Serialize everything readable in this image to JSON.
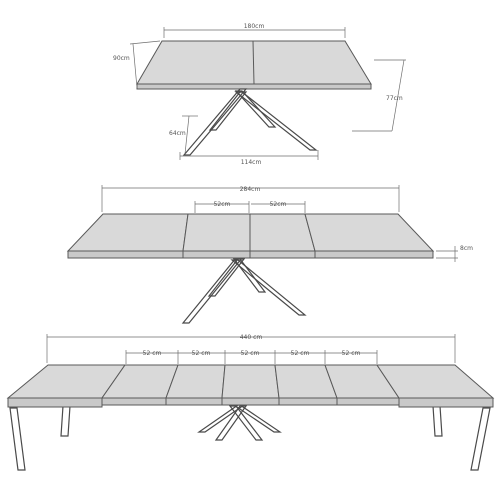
{
  "palette": {
    "top": "#d9d9d9",
    "top_edge": "#595959",
    "front": "#c9c9c9",
    "dim_line": "#6e6e6e",
    "dim_text": "#555555",
    "leg_stroke": "#4a4a4a",
    "leg_fill": "#ffffff"
  },
  "view_closed": {
    "length": "180cm",
    "depth": "90cm",
    "height": "77cm",
    "leg_height": "64cm",
    "leg_span": "114cm"
  },
  "view_partial": {
    "length": "284cm",
    "extension_1": "52cm",
    "extension_2": "52cm",
    "top_thickness": "8cm"
  },
  "view_full": {
    "length": "440 cm",
    "extensions": [
      "52 cm",
      "52 cm",
      "52 cm",
      "52 cm",
      "52 cm"
    ]
  }
}
